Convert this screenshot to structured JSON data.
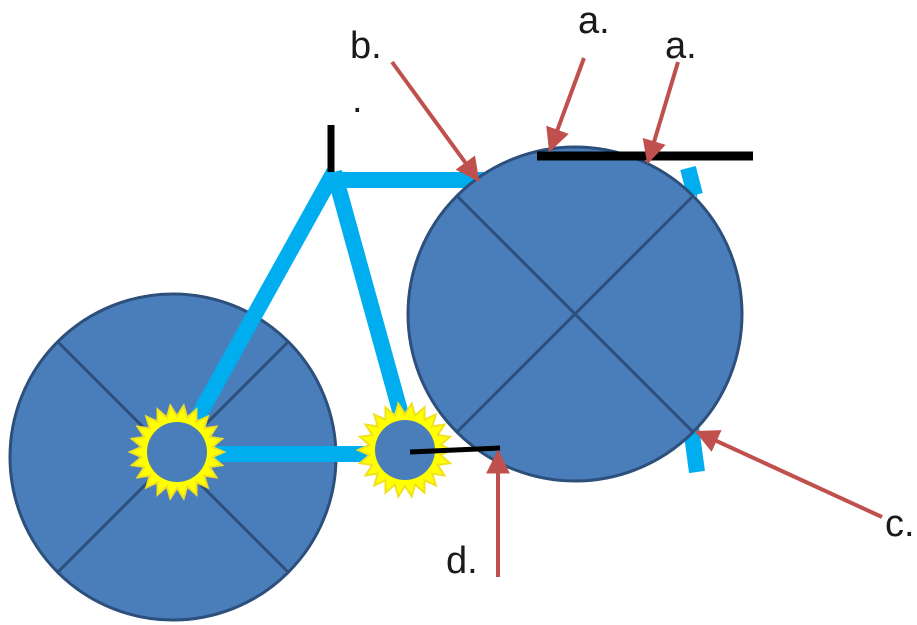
{
  "labels": {
    "a1": "a.",
    "a2": "a.",
    "b": "b.",
    "c": "c.",
    "d": "d.",
    "dot": "."
  },
  "colors": {
    "wheel_fill": "#4a7ebb",
    "wheel_stroke": "#2c4f7c",
    "frame": "#00aeef",
    "arrow": "#c0504d",
    "bar": "#000000",
    "gear_fill": "#ffff00",
    "gear_stroke": "#f0e020"
  }
}
